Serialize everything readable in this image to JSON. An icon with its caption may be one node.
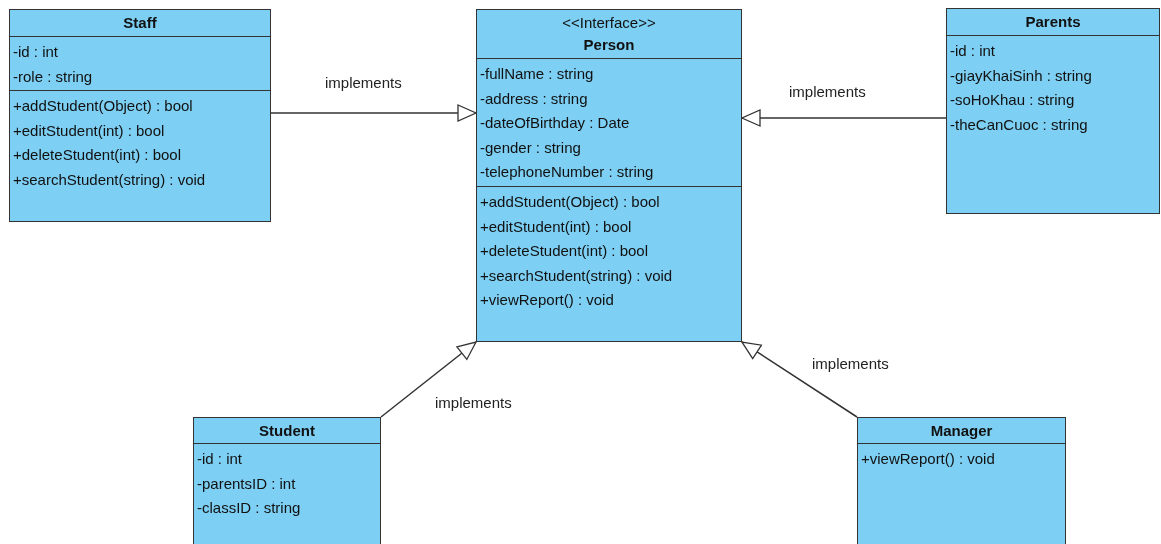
{
  "diagram": {
    "nodes": [
      {
        "text": [
          "Staff"
        ]
      },
      {
        "text": [
          "-id : int",
          "-role : string"
        ],
        "in": 0
      },
      {
        "text": [
          "+addStudent(Object) : bool",
          "+editStudent(int) : bool",
          "+deleteStudent(int) : bool",
          "+searchStudent(string) : void"
        ],
        "in": 0
      },
      {
        "text": [
          "<<Interface>>",
          "Person"
        ]
      },
      {
        "text": [
          "-fullName : string",
          "-address : string",
          "-dateOfBirthday : Date",
          "-gender : string",
          "-telephoneNumber : string"
        ],
        "in": 3
      },
      {
        "text": [
          "+addStudent(Object) : bool",
          "+editStudent(int) : bool",
          "+deleteStudent(int) : bool",
          "+searchStudent(string) : void",
          "+viewReport() : void"
        ],
        "in": 3
      },
      {
        "text": [
          "Parents"
        ]
      },
      {
        "text": [
          "-id : int",
          "-giayKhaiSinh : string",
          "-soHoKhau : string",
          "-theCanCuoc : string"
        ],
        "in": 6
      },
      {
        "text": [
          "Student"
        ]
      },
      {
        "text": [
          "-id : int",
          "-parentsID : int",
          "-classID : string"
        ],
        "in": 8
      },
      {
        "text": [
          "Manager"
        ]
      },
      {
        "text": [
          "+viewReport() : void"
        ],
        "in": 10
      }
    ],
    "edges": [
      {
        "from": 0,
        "to": 3,
        "arrow": "to",
        "label": "implements"
      },
      {
        "from": 6,
        "to": 3,
        "arrow": "to",
        "label": "implements"
      },
      {
        "from": 8,
        "to": 3,
        "arrow": "to",
        "label": "implements"
      },
      {
        "from": 10,
        "to": 3,
        "arrow": "to",
        "label": "implements"
      }
    ]
  }
}
